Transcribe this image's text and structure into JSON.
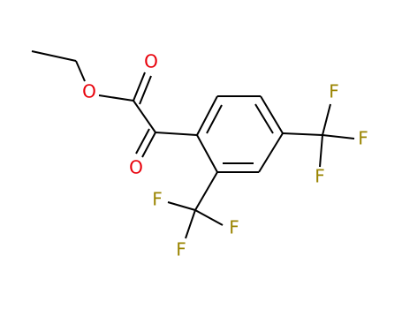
{
  "colors": {
    "bond": "#000000",
    "oxygen": "#e8000a",
    "fluorine": "#9a8400",
    "background": "#ffffff"
  },
  "atoms": {
    "o_ester_single": "O",
    "o_ester_double": "O",
    "o_ketone": "O",
    "f_top_1": "F",
    "f_top_2": "F",
    "f_top_3": "F",
    "f_bottom_1": "F",
    "f_bottom_2": "F",
    "f_bottom_3": "F"
  }
}
